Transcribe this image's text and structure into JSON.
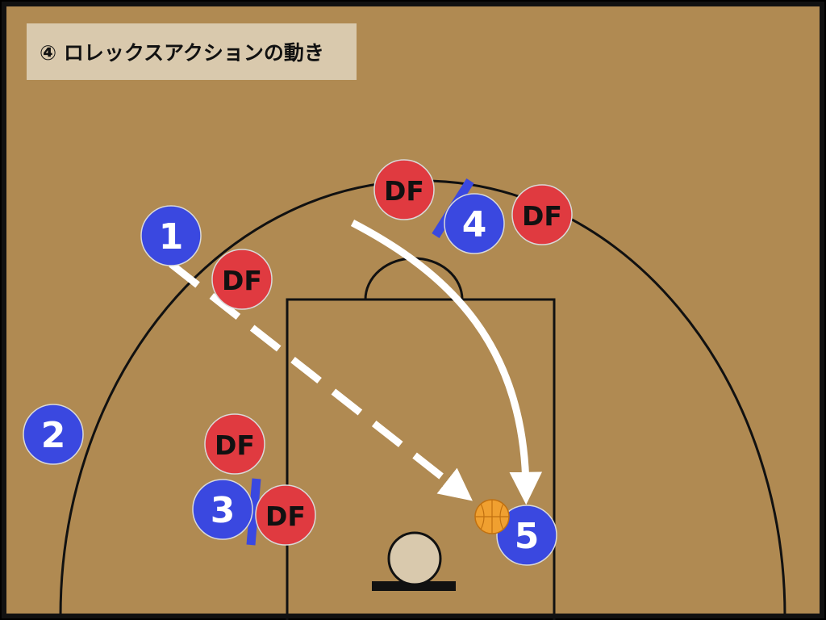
{
  "title": "④ ロレックスアクションの動き",
  "colors": {
    "court": "#b08a52",
    "court_border": "#111111",
    "line": "#111111",
    "offense": "#3a48e0",
    "defense": "#e03a40",
    "arrow": "#ffffff",
    "screen": "#3a48e0",
    "rim": "#d9c9ad",
    "ball": "#f0a030"
  },
  "offense": [
    {
      "label": "1"
    },
    {
      "label": "2"
    },
    {
      "label": "3"
    },
    {
      "label": "4"
    },
    {
      "label": "5"
    }
  ],
  "defense": [
    {
      "label": "DF",
      "guards": "1"
    },
    {
      "label": "DF",
      "guards": "3"
    },
    {
      "label": "DF",
      "guards": "3"
    },
    {
      "label": "DF",
      "guards": "4"
    },
    {
      "label": "DF",
      "guards": "4"
    }
  ],
  "actions": [
    {
      "type": "pass",
      "from": "1",
      "to": "5",
      "style": "dashed"
    },
    {
      "type": "cut",
      "from": "4",
      "to": "5",
      "style": "solid-curve"
    },
    {
      "type": "screen",
      "by": "3"
    },
    {
      "type": "screen",
      "by": "4"
    }
  ],
  "ball_holder": "5"
}
